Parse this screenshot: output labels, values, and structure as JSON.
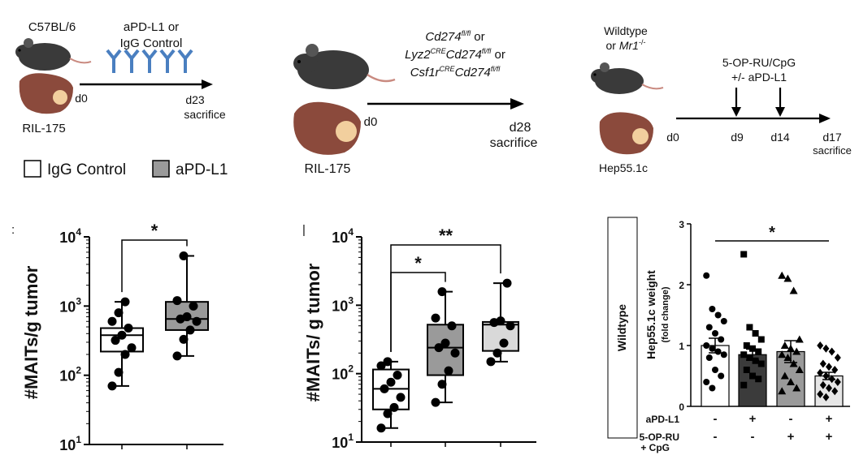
{
  "schematics": [
    {
      "strain": "C57BL/6",
      "treatment_line1": "aPD-L1 or",
      "treatment_line2": "IgG Control",
      "start": "d0",
      "end_day": "d23",
      "end_label": "sacrifice",
      "tumor": "RIL-175"
    },
    {
      "genotype_line1": "Cd274",
      "genotype_line1_sup": "fl/fl",
      "genotype_line1_tail": " or",
      "genotype_line2_a": "Lyz2",
      "genotype_line2_sup_a": "CRE",
      "genotype_line2_b": "Cd274",
      "genotype_line2_sup_b": "fl/fl",
      "genotype_line2_tail": " or",
      "genotype_line3_a": "Csf1r",
      "genotype_line3_sup_a": "CRE",
      "genotype_line3_b": "Cd274",
      "genotype_line3_sup_b": "fl/fl",
      "start": "d0",
      "end_day": "d28",
      "end_label": "sacrifice",
      "tumor": "RIL-175"
    },
    {
      "strain_line1": "Wildtype",
      "strain_line2_a": "or ",
      "strain_line2_b": "Mr1",
      "strain_line2_sup": "-/-",
      "treatment_line1": "5-OP-RU/CpG",
      "treatment_line2": "+/- aPD-L1",
      "start": "d0",
      "day_a": "d9",
      "day_b": "d14",
      "end_day": "d17",
      "end_label": "sacrifice",
      "tumor": "Hep55.1c"
    }
  ],
  "legend": [
    {
      "label": "IgG Control",
      "color": "#ffffff"
    },
    {
      "label": "aPD-L1",
      "color": "#9a9a9a"
    }
  ],
  "colors": {
    "antibody": "#4a7fc0",
    "mouse": "#3a3a3a",
    "liver": "#8b4a3c",
    "tumor_spot": "#f2cf9e"
  },
  "panel_ticks": [
    ":",
    "|"
  ],
  "chart_data": [
    {
      "type": "box",
      "ylabel": "#MAITs/g tumor",
      "yscale": "log",
      "ylim": [
        10,
        10000
      ],
      "ytick_labels": [
        {
          "base": "10",
          "exp": "1"
        },
        {
          "base": "10",
          "exp": "2"
        },
        {
          "base": "10",
          "exp": "3"
        },
        {
          "base": "10",
          "exp": "4"
        }
      ],
      "groups": [
        {
          "fill": "#ffffff",
          "min": 70,
          "q1": 220,
          "median": 380,
          "q3": 480,
          "max": 1150,
          "points": [
            70,
            110,
            200,
            250,
            320,
            380,
            480,
            600,
            800,
            1150
          ]
        },
        {
          "fill": "#9a9a9a",
          "min": 190,
          "q1": 450,
          "median": 650,
          "q3": 1150,
          "max": 5300,
          "points": [
            190,
            330,
            450,
            600,
            650,
            700,
            1000,
            1200,
            5300
          ]
        }
      ],
      "significance": [
        {
          "pair": [
            0,
            1
          ],
          "label": "*"
        }
      ]
    },
    {
      "type": "box",
      "ylabel": "#MAITs/ g tumor",
      "yscale": "log",
      "ylim": [
        10,
        10000
      ],
      "ytick_labels": [
        {
          "base": "10",
          "exp": "1"
        },
        {
          "base": "10",
          "exp": "2"
        },
        {
          "base": "10",
          "exp": "3"
        },
        {
          "base": "10",
          "exp": "4"
        }
      ],
      "groups": [
        {
          "fill": "#ffffff",
          "min": 16,
          "q1": 30,
          "median": 60,
          "q3": 115,
          "max": 150,
          "points": [
            16,
            26,
            32,
            45,
            60,
            75,
            95,
            130,
            150
          ]
        },
        {
          "fill": "#9a9a9a",
          "min": 38,
          "q1": 95,
          "median": 240,
          "q3": 520,
          "max": 1580,
          "points": [
            38,
            70,
            110,
            200,
            240,
            280,
            500,
            650,
            1580
          ]
        },
        {
          "fill": "#d9d9d9",
          "min": 150,
          "q1": 215,
          "median": 520,
          "q3": 570,
          "max": 2100,
          "points": [
            150,
            200,
            280,
            500,
            560,
            590,
            2100
          ]
        }
      ],
      "significance": [
        {
          "pair": [
            0,
            1
          ],
          "label": "*"
        },
        {
          "pair": [
            0,
            2
          ],
          "label": "**"
        }
      ]
    },
    {
      "type": "bar",
      "side_label": "Wildtype",
      "ylabel": "Hep55.1c weight",
      "ylabel2": "(fold change)",
      "ylim": [
        0,
        3
      ],
      "yticks": [
        "0",
        "1",
        "2",
        "3"
      ],
      "groups": [
        {
          "value": 1.0,
          "sem": 0.12,
          "fill": "#ffffff",
          "marker": "circle",
          "points": [
            2.15,
            1.6,
            1.5,
            1.4,
            1.3,
            1.2,
            1.1,
            1.0,
            0.95,
            0.9,
            0.85,
            0.8,
            0.6,
            0.5,
            0.4,
            0.3
          ]
        },
        {
          "value": 0.85,
          "sem": 0.09,
          "fill": "#3b3b3b",
          "marker": "square",
          "points": [
            2.5,
            1.3,
            1.2,
            1.1,
            1.0,
            0.95,
            0.9,
            0.85,
            0.8,
            0.75,
            0.7,
            0.6,
            0.5,
            0.45,
            0.35
          ]
        },
        {
          "value": 0.9,
          "sem": 0.18,
          "fill": "#9a9a9a",
          "marker": "triangle",
          "points": [
            2.15,
            2.1,
            1.9,
            1.1,
            1.0,
            0.95,
            0.9,
            0.85,
            0.8,
            0.7,
            0.6,
            0.5,
            0.4,
            0.3,
            0.25
          ]
        },
        {
          "value": 0.5,
          "sem": 0.06,
          "fill": "#e6e6e6",
          "marker": "diamond",
          "points": [
            1.0,
            0.95,
            0.9,
            0.8,
            0.7,
            0.65,
            0.6,
            0.55,
            0.5,
            0.45,
            0.4,
            0.35,
            0.3,
            0.25,
            0.2,
            0.15
          ]
        }
      ],
      "significance": [
        {
          "pair": [
            0,
            3
          ],
          "label": "*"
        }
      ],
      "factor_rows": [
        {
          "label": "aPD-L1",
          "values": [
            "-",
            "+",
            "-",
            "+"
          ]
        },
        {
          "label": "5-OP-RU",
          "label2": "+ CpG",
          "values": [
            "-",
            "-",
            "+",
            "+"
          ]
        }
      ]
    }
  ]
}
